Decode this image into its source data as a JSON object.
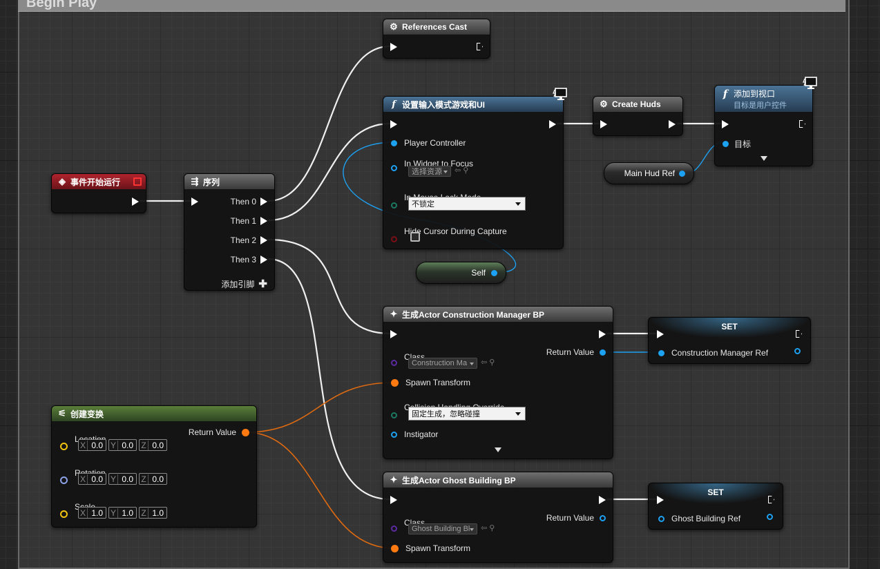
{
  "comment": {
    "title": "Begin Play"
  },
  "begin_play": {
    "title": "事件开始运行"
  },
  "sequence": {
    "title": "序列",
    "outputs": [
      "Then 0",
      "Then 1",
      "Then 2",
      "Then 3"
    ],
    "add_pin": "添加引脚"
  },
  "references_cast": {
    "title": "References Cast"
  },
  "set_input_mode": {
    "title": "设置输入模式游戏和UI",
    "player_controller": "Player Controller",
    "widget_focus": "In Widget to Focus",
    "widget_focus_value": "选择资源",
    "mouse_lock": "In Mouse Lock Mode",
    "mouse_lock_value": "不锁定",
    "hide_cursor": "Hide Cursor During Capture"
  },
  "self_var": {
    "label": "Self"
  },
  "create_huds": {
    "title": "Create Huds"
  },
  "add_to_viewport": {
    "title": "添加到视口",
    "subtitle": "目标是用户控件",
    "target": "目标"
  },
  "main_hud_ref": {
    "label": "Main Hud Ref"
  },
  "spawn_cm": {
    "title": "生成Actor Construction Manager BP",
    "class_label": "Class",
    "class_value": "Construction Ma",
    "return_value": "Return Value",
    "spawn_transform": "Spawn Transform",
    "collision": "Collision Handling Override",
    "collision_value": "固定生成，忽略碰撞",
    "instigator": "Instigator"
  },
  "set_cm": {
    "title": "SET",
    "var": "Construction Manager Ref"
  },
  "make_transform": {
    "title": "创建变换",
    "location": "Location",
    "rotation": "Rotation",
    "scale": "Scale",
    "return_value": "Return Value",
    "axes": [
      "X",
      "Y",
      "Z"
    ],
    "location_values": [
      "0.0",
      "0.0",
      "0.0"
    ],
    "rotation_values": [
      "0.0",
      "0.0",
      "0.0"
    ],
    "scale_values": [
      "1.0",
      "1.0",
      "1.0"
    ]
  },
  "spawn_gb": {
    "title": "生成Actor Ghost Building BP",
    "class_label": "Class",
    "class_value": "Ghost Building Bl",
    "return_value": "Return Value",
    "spawn_transform": "Spawn Transform"
  },
  "set_gb": {
    "title": "SET",
    "var": "Ghost Building Ref"
  },
  "colors": {
    "exec": "#ffffff",
    "object_pin": "#1da1f2",
    "struct_pin": "#ff7a10",
    "vector_pin": "#f1c40f",
    "event_header": "#b0232d",
    "function_header": "#4b7396"
  },
  "icons": {
    "event": "diamond-event-icon",
    "sequence": "sequence-icon",
    "macro": "gear-icon",
    "function": "function-f-icon",
    "spawn": "spawn-actor-icon",
    "make": "make-transform-icon",
    "context": "monitor-context-icon"
  }
}
